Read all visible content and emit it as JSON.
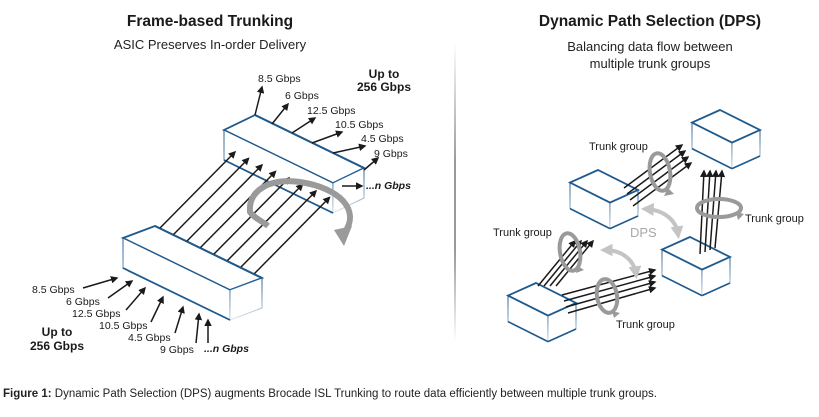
{
  "left_panel": {
    "title": "Frame-based Trunking",
    "subtitle": "ASIC Preserves In-order Delivery",
    "egress_rates": [
      "8.5 Gbps",
      "6 Gbps",
      "12.5 Gbps",
      "10.5 Gbps",
      "4.5 Gbps",
      "9 Gbps",
      "...n Gbps"
    ],
    "ingress_rates": [
      "8.5 Gbps",
      "6 Gbps",
      "12.5 Gbps",
      "10.5 Gbps",
      "4.5 Gbps",
      "9 Gbps",
      "...n Gbps"
    ],
    "total_top_line1": "Up to",
    "total_top_line2": "256 Gbps",
    "total_bottom_line1": "Up to",
    "total_bottom_line2": "256 Gbps"
  },
  "right_panel": {
    "title": "Dynamic Path Selection (DPS)",
    "subtitle_line1": "Balancing data flow between",
    "subtitle_line2": "multiple trunk groups",
    "trunk_group_labels": [
      "Trunk group",
      "Trunk group",
      "Trunk group",
      "Trunk group"
    ],
    "dps_label": "DPS"
  },
  "caption": {
    "label": "Figure 1:",
    "text": " Dynamic Path Selection (DPS) augments Brocade ISL Trunking to route data efficiently between multiple trunk groups."
  },
  "colors": {
    "box_edge": "#1f5a8e",
    "arrow": "#1a1a1a",
    "rotation_arrow": "#9a9a9a",
    "dps_arrow": "#c4c4c4",
    "divider": "#9a9a9a"
  }
}
